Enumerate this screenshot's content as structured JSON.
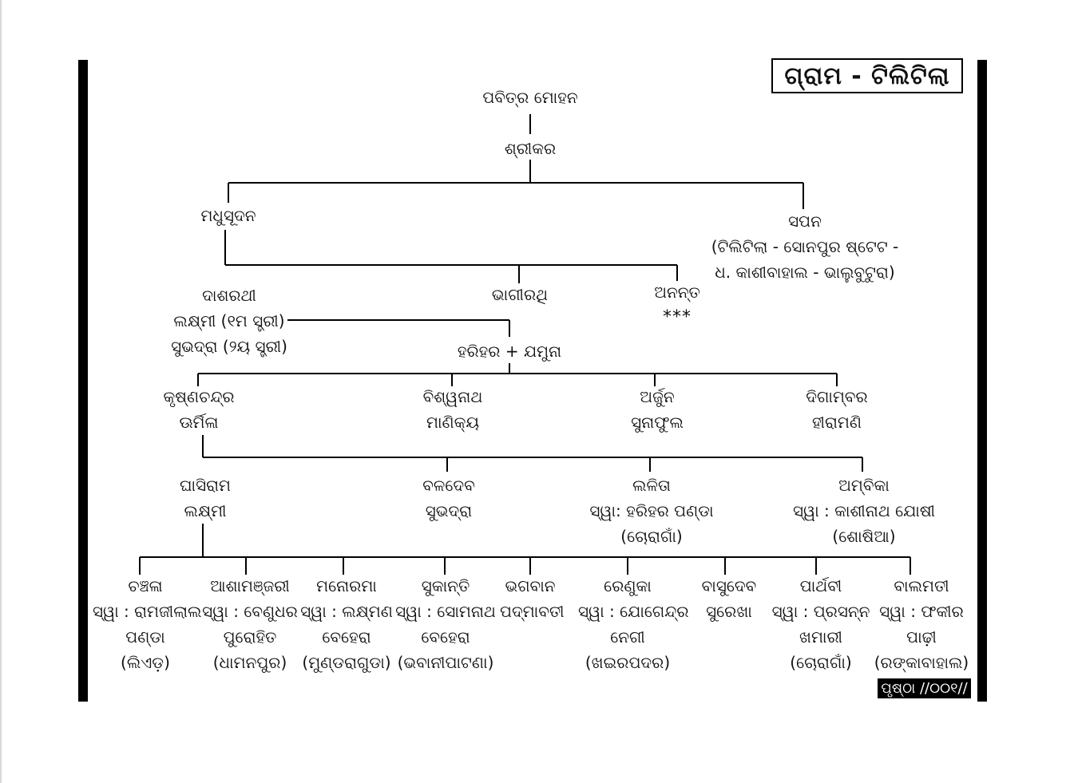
{
  "village_title": "ଗ୍ରାମ - ଟିଲିଟିଲା",
  "page_label": "ପୃଷ୍ଠା //୦୦୧//",
  "root": {
    "name": "ପବିତ୍ର ମୋହନ"
  },
  "gen1": {
    "name": "ଶ୍ରୀକର"
  },
  "gen2": {
    "madhusudan": {
      "name": "ମଧୁସୂଦନ"
    },
    "sapan": {
      "name": "ସପନ",
      "note_line1": "(ଟିଲିଟିଲା - ସୋନପୁର ଷ୍ଟେଟ -",
      "note_line2": "ଧ. କାଶୀବାହାଲ - ଭାଲୁବୁଟୁରା)"
    }
  },
  "gen3": {
    "dasarathi": {
      "name": "ଦାଶରଥୀ",
      "wife1": "ଲକ୍ଷ୍ମୀ (୧ମ ସ୍ତ୍ରୀ)",
      "wife2": "ସୁଭଦ୍ରା (୨ୟ ସ୍ତ୍ରୀ)"
    },
    "bhagirathi": {
      "name": "ଭାଗୀରଥି"
    },
    "ananta": {
      "name": "ଅନନ୍ତ",
      "mark": "***"
    }
  },
  "couple": {
    "label": "ହରିହର + ଯମୁନା"
  },
  "gen4": [
    {
      "name": "କୃଷ୍ଣଚନ୍ଦ୍ର",
      "spouse": "ଊର୍ମିଳା"
    },
    {
      "name": "ବିଶ୍ୱନାଥ",
      "spouse": "ମାଣିକ୍ୟ"
    },
    {
      "name": "ଅର୍ଜୁନ",
      "spouse": "ସୁନାଫୁଲ"
    },
    {
      "name": "ଦିଗାମ୍ବର",
      "spouse": "ହୀରାମଣି"
    }
  ],
  "gen5": [
    {
      "name": "ଘାସିରାମ",
      "line2": "ଲକ୍ଷ୍ମୀ",
      "line3": ""
    },
    {
      "name": "ବଳଦେବ",
      "line2": "ସୁଭଦ୍ରା",
      "line3": ""
    },
    {
      "name": "ଲଳିତା",
      "line2": "ସ୍ୱା: ହରିହର ପଣ୍ଡା",
      "line3": "(ଚୋରାଗାଁ)"
    },
    {
      "name": "ଅମ୍ବିକା",
      "line2": "ସ୍ୱା : କାଶୀନାଥ ଯୋଷୀ",
      "line3": "(ଶୋଷିଆ)"
    }
  ],
  "gen6": [
    {
      "l1": "ଚଞ୍ଚଳା",
      "l2": "ସ୍ୱା : ରାମଜୀଲାଲ",
      "l3": "ପଣ୍ଡା",
      "l4": "(ଲିଏଡ଼)"
    },
    {
      "l1": "ଆଶାମଞ୍ଜରୀ",
      "l2": "ସ୍ୱା : ବେଣୁଧର",
      "l3": "ପୁରୋହିତ",
      "l4": "(ଧାମନପୁର)"
    },
    {
      "l1": "ମନୋରମା",
      "l2": "ସ୍ୱା : ଲକ୍ଷ୍ମଣ",
      "l3": "ବେହେରା",
      "l4": "(ମୁଣ୍ଡରାଗୁଡା)"
    },
    {
      "l1": "ସୁକାନ୍ତି",
      "l2": "ସ୍ୱା : ସୋମନାଥ",
      "l3": "ବେହେରା",
      "l4": "(ଭବାନୀପାଟଣା)"
    },
    {
      "l1": "ଭଗବାନ",
      "l2": "ପଦ୍ମାବତୀ",
      "l3": "",
      "l4": ""
    },
    {
      "l1": "ରେଣୁକା",
      "l2": "ସ୍ୱା : ଯୋଗେନ୍ଦ୍ର",
      "l3": "ନେଗୀ",
      "l4": "(ଖଇରପଦର)"
    },
    {
      "l1": "ବାସୁଦେବ",
      "l2": "ସୁରେଖା",
      "l3": "",
      "l4": ""
    },
    {
      "l1": "ପାର୍ଥବୀ",
      "l2": "ସ୍ୱା : ପ୍ରସନ୍ନ",
      "l3": "ଖମାରୀ",
      "l4": "(ଚୋରାଗାଁ)"
    },
    {
      "l1": "ବାଲମତୀ",
      "l2": "ସ୍ୱା : ଫକୀର",
      "l3": "ପାଢ଼ୀ",
      "l4": "(ରଙ୍କାବାହାଲ)"
    }
  ]
}
